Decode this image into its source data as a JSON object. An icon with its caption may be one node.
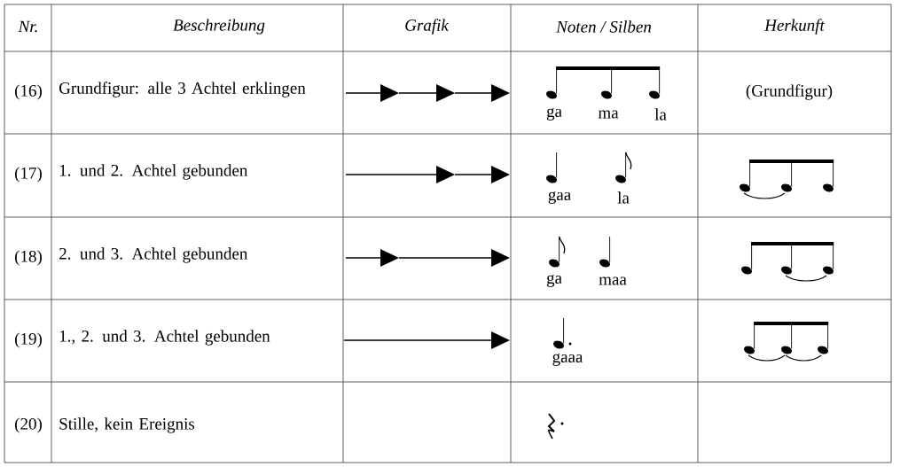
{
  "diagram": {
    "labels": [
      "Nr.",
      "Beschreibung",
      "Grafik",
      "Noten / Silben",
      "Herkunft",
      "(16)",
      "Grundfigur: alle 3 Achtel erklingen",
      "ga",
      "ma",
      "la",
      "(Grundfigur)",
      "(17)",
      "1. und 2. Achtel gebunden",
      "gaa",
      "la",
      "(18)",
      "2. und 3. Achtel gebunden",
      "ga",
      "maa",
      "(19)",
      "1., 2. und 3. Achtel gebunden",
      "gaaa",
      "(20)",
      "Stille, kein Ereignis"
    ]
  }
}
